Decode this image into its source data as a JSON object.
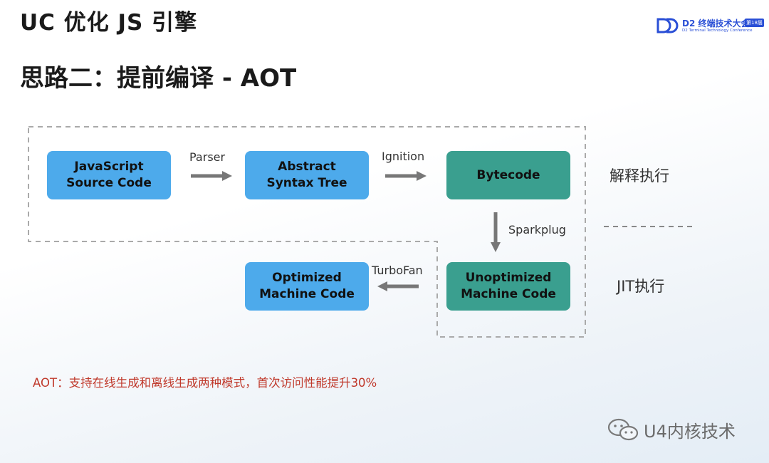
{
  "header": {
    "title": "UC 优化 JS 引擎",
    "subtitle": "思路二：提前编译 - AOT"
  },
  "logo": {
    "main": "D2 终端技术大会",
    "badge": "第18届",
    "sub": "D2 Terminal Technology Conference",
    "color": "#2a4fd6"
  },
  "diagram": {
    "nodes": {
      "js_source": {
        "line1": "JavaScript",
        "line2": "Source Code"
      },
      "ast": {
        "line1": "Abstract",
        "line2": "Syntax Tree"
      },
      "bytecode": {
        "line1": "Bytecode"
      },
      "unoptimized": {
        "line1": "Unoptimized",
        "line2": "Machine Code"
      },
      "optimized": {
        "line1": "Optimized",
        "line2": "Machine Code"
      }
    },
    "edges": {
      "parser": "Parser",
      "ignition": "Ignition",
      "sparkplug": "Sparkplug",
      "turbofan": "TurboFan"
    },
    "regions": {
      "interpret": "解释执行",
      "jit": "JIT执行"
    },
    "colors": {
      "blue_box": "#4daaeb",
      "teal_box": "#3a9f8f",
      "arrow": "#777777"
    }
  },
  "note": "AOT：支持在线生成和离线生成两种模式，首次访问性能提升30%",
  "watermark": "U4内核技术"
}
